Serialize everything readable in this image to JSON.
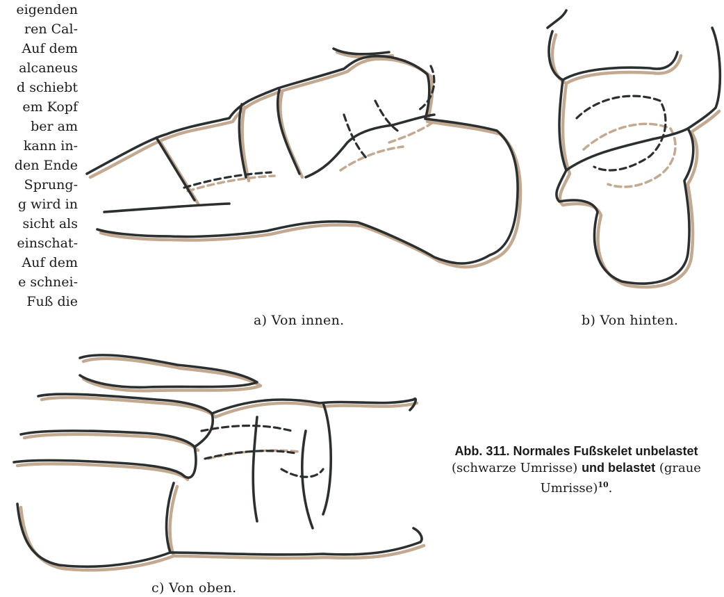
{
  "body_text": {
    "lines": [
      "eigenden",
      "ren Cal-",
      "Auf dem",
      "alcaneus",
      "d schiebt",
      "em Kopf",
      "ber am",
      "kann in-",
      "den Ende",
      "Sprung-",
      "g wird in",
      "sicht als",
      "einschat-",
      "Auf dem",
      "e schnei-",
      "Fuß die"
    ]
  },
  "figure": {
    "captions": {
      "a": "a) Von innen.",
      "b": "b) Von hinten.",
      "c": "c) Von oben."
    },
    "legend": {
      "title": "Abb. 311. Normales Fußskelet unbelastet",
      "part1": "(schwarze Umrisse)",
      "bold2": "und belastet",
      "part2": "(graue",
      "part3": "Umrisse)",
      "footnote": "10",
      "end": "."
    },
    "outline_colors": {
      "unloaded": "#2b2f2f",
      "loaded": "#c2a990"
    }
  }
}
